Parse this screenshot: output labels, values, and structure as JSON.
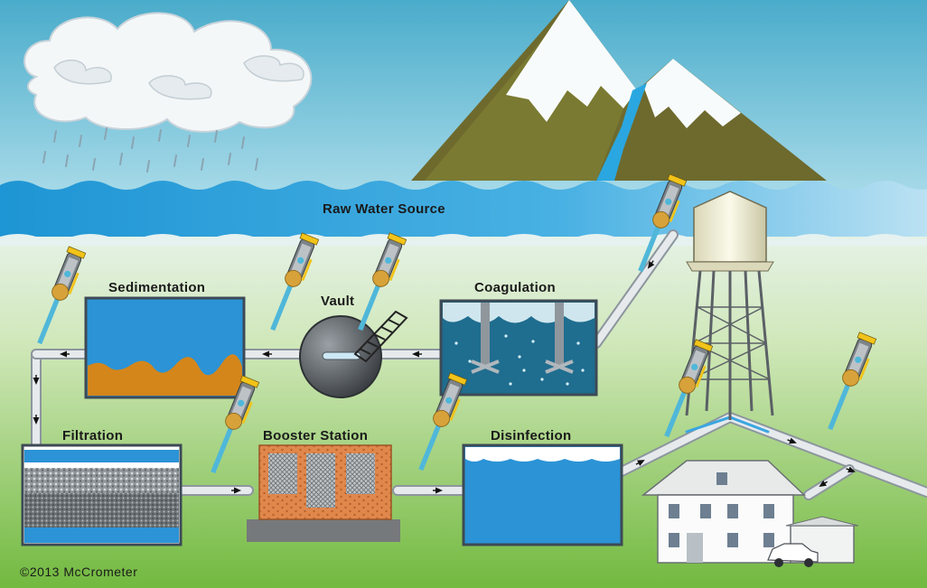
{
  "labels": {
    "raw_water_source": "Raw Water Source",
    "sedimentation": "Sedimentation",
    "vault": "Vault",
    "coagulation": "Coagulation",
    "filtration": "Filtration",
    "booster_station": "Booster Station",
    "disinfection": "Disinfection"
  },
  "copyright": "©2013 McCrometer",
  "colors": {
    "sky": "#58b3cf",
    "water": "#2a9fdb",
    "grass": "#7cc04a",
    "tank_water": "#2b93d6",
    "sediment": "#d4861a",
    "pipe": "#c9cfd4",
    "brick": "#e38a4e"
  },
  "icons": [
    "cloud-icon",
    "rain-icon",
    "mountain-icon",
    "flow-meter-icon",
    "water-tower-icon",
    "house-icon",
    "car-icon",
    "arrow-icon"
  ]
}
